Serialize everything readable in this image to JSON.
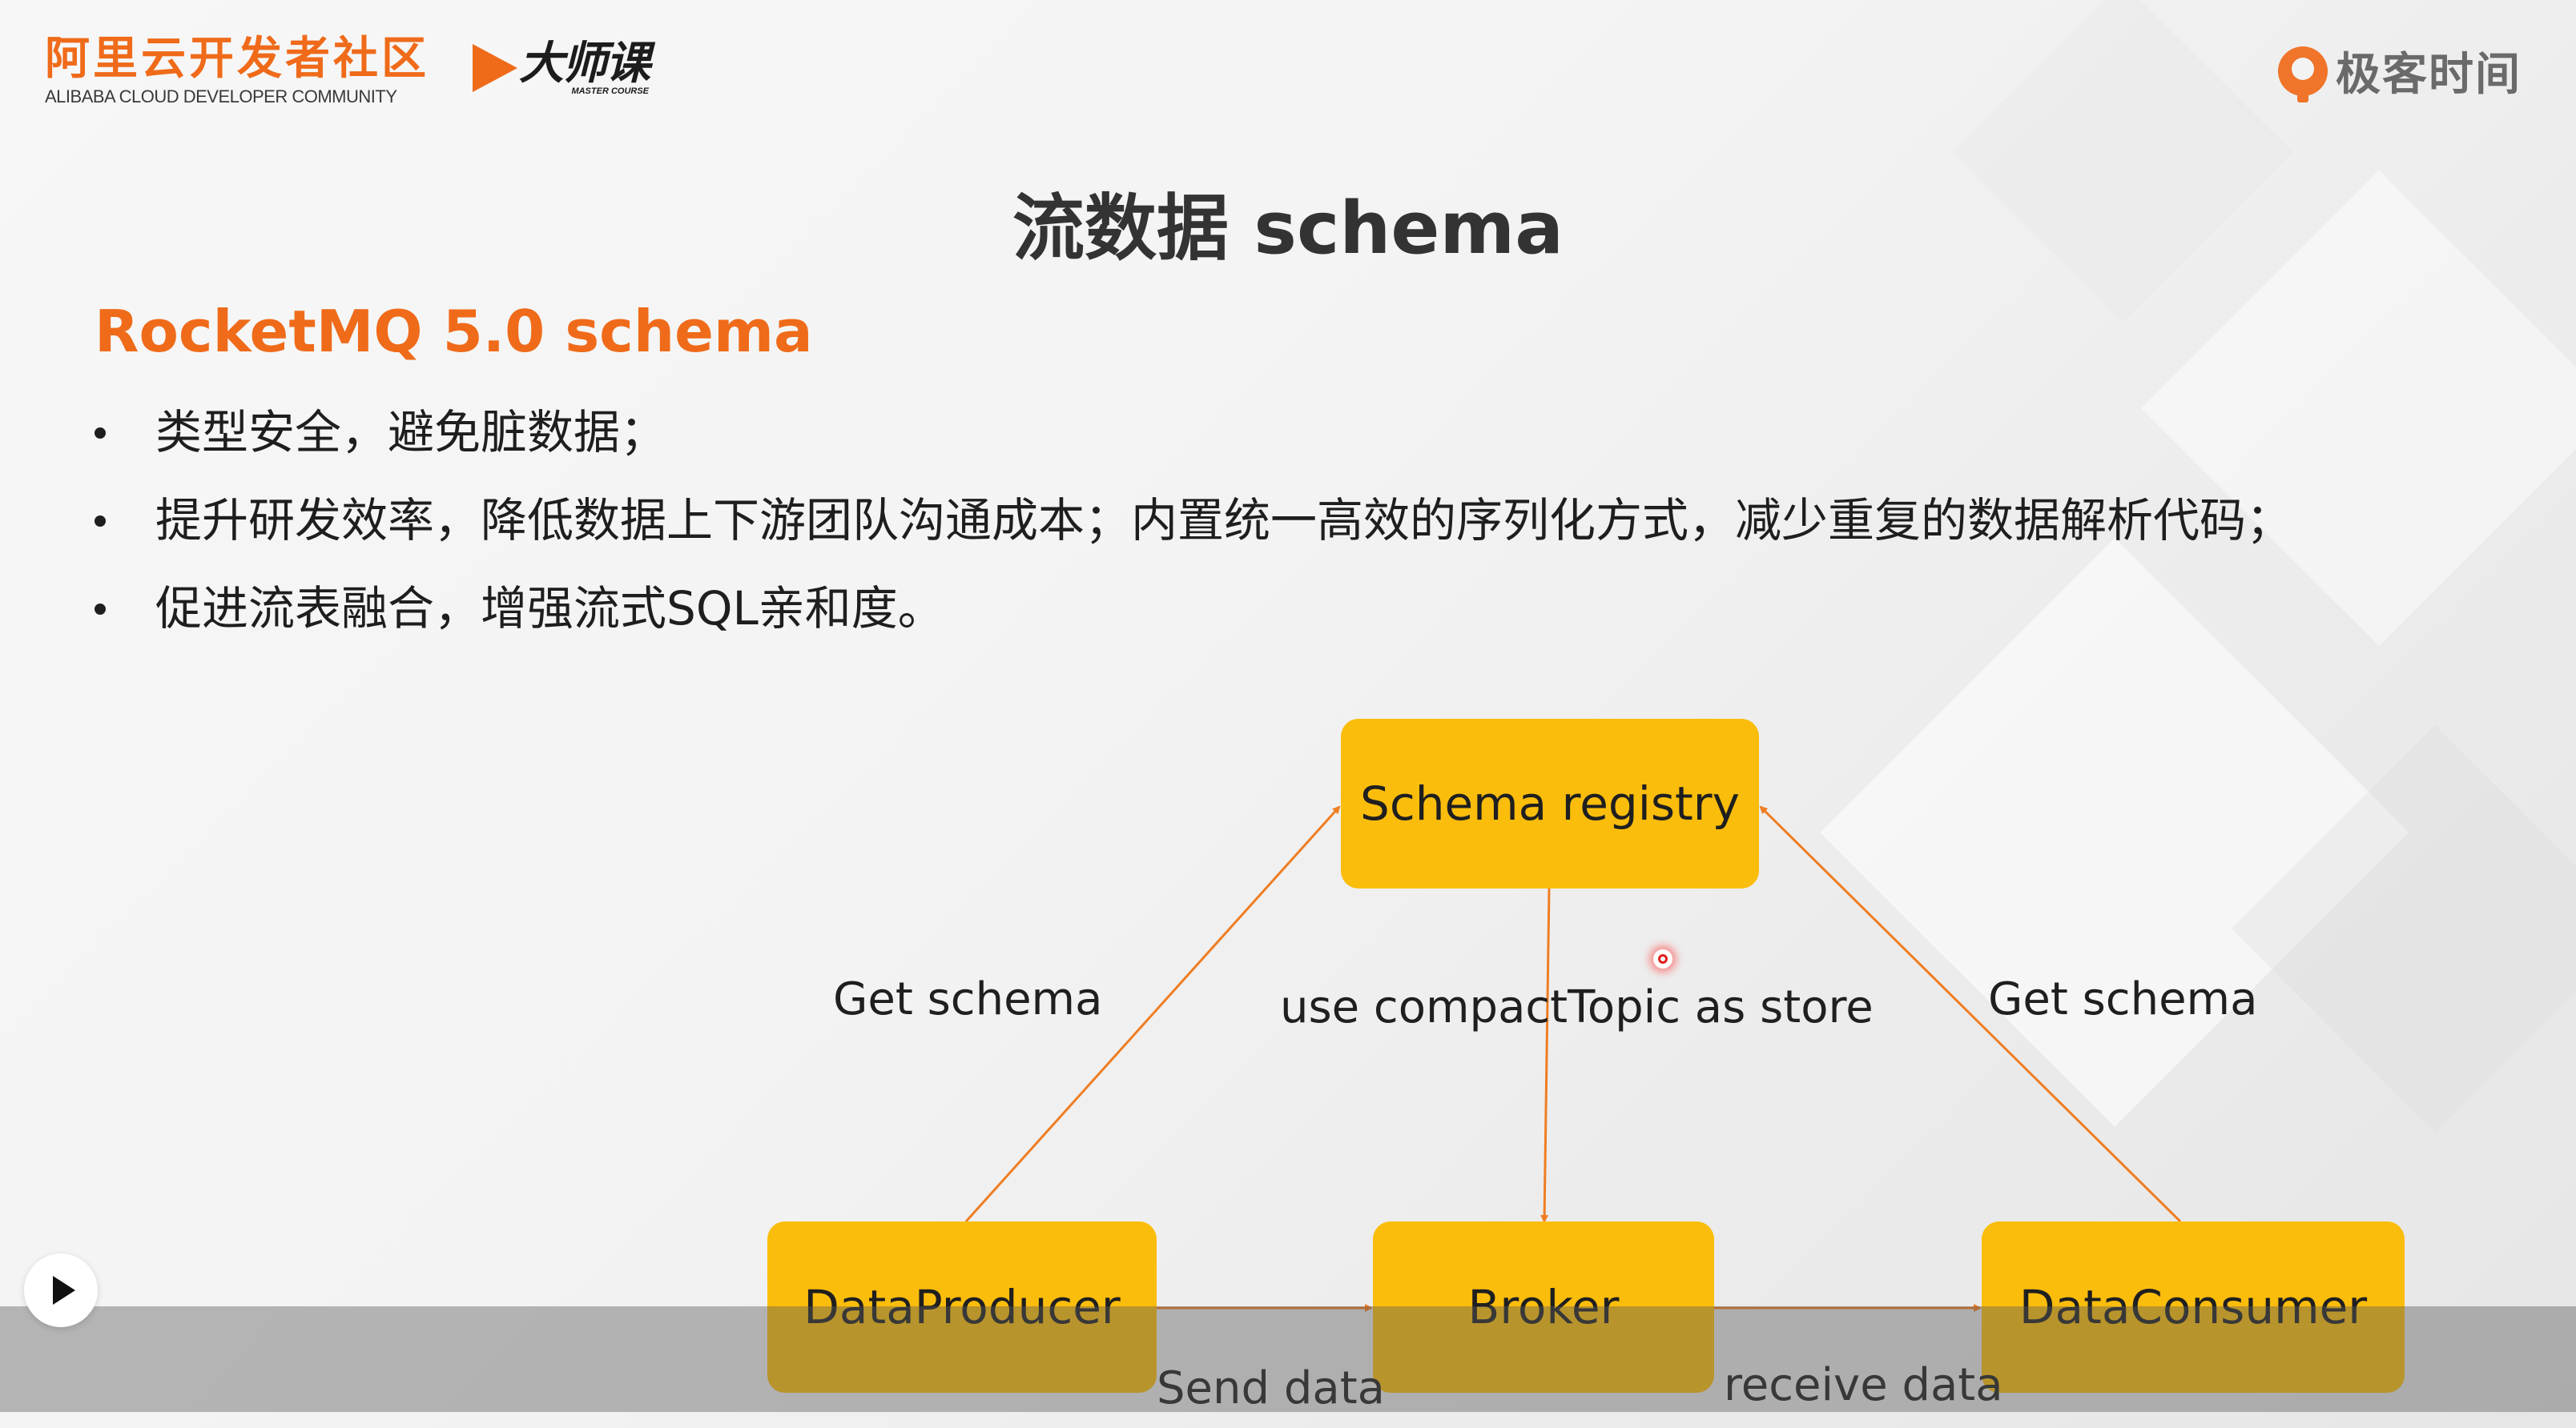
{
  "header": {
    "aliyun_cn": "阿里云开发者社区",
    "aliyun_en": "ALIBABA CLOUD DEVELOPER COMMUNITY",
    "master_cn": "大师课",
    "master_en": "MASTER COURSE",
    "geek_name": "极客时间"
  },
  "slide": {
    "title": "流数据 schema",
    "section_title": "RocketMQ 5.0 schema",
    "bullets": [
      "类型安全，避免脏数据；",
      "提升研发效率，降低数据上下游团队沟通成本；内置统一高效的序列化方式，减少重复的数据解析代码；",
      "促进流表融合，增强流式SQL亲和度。"
    ]
  },
  "diagram": {
    "nodes": {
      "registry": "Schema registry",
      "producer": "DataProducer",
      "broker": "Broker",
      "consumer": "DataConsumer"
    },
    "edges": {
      "producer_to_registry": "Get schema",
      "registry_to_broker": "use compactTopic as store",
      "consumer_to_registry": "Get schema",
      "producer_to_broker": "Send data",
      "broker_to_consumer": "receive data"
    },
    "node_color": "#fbbd0b",
    "arrow_color": "#ef7d22"
  },
  "player": {
    "play_icon": "play-icon"
  },
  "colors": {
    "accent": "#ef6b1a",
    "title": "#333333"
  }
}
